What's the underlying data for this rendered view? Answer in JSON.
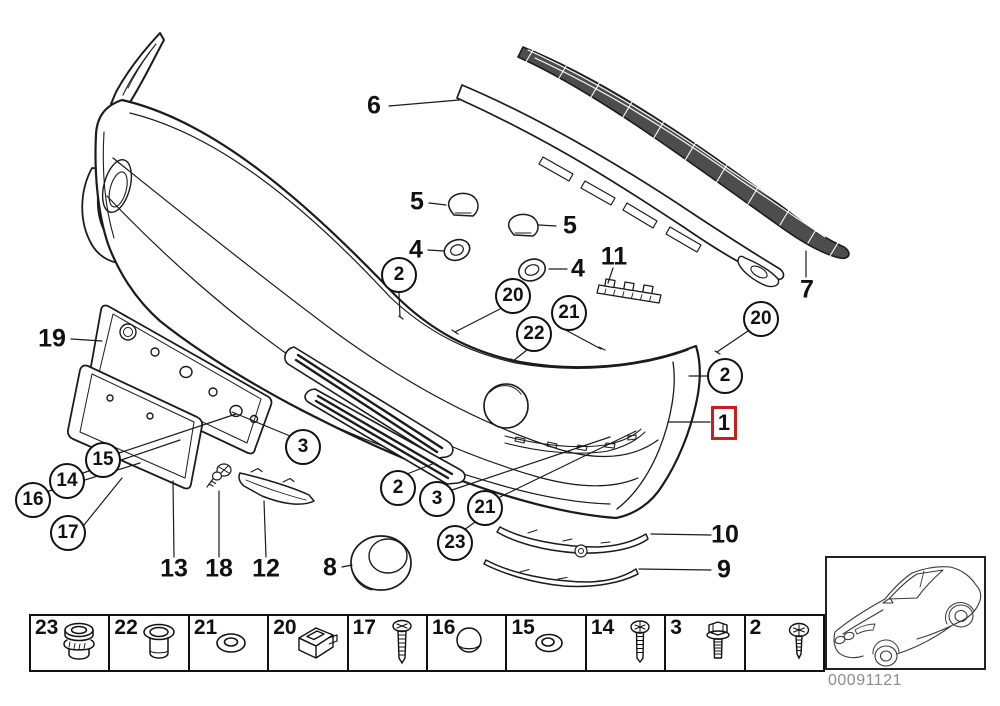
{
  "colors": {
    "line": "#1b1b1b",
    "highlight_red": "#cc1d1d",
    "code_gray": "#8c8c8c",
    "background": "#ffffff"
  },
  "callouts": {
    "boxed": [
      {
        "label": "1"
      }
    ],
    "circled": [
      {
        "label": "2"
      },
      {
        "label": "20"
      },
      {
        "label": "21"
      },
      {
        "label": "22"
      },
      {
        "label": "20"
      },
      {
        "label": "2"
      },
      {
        "label": "3"
      },
      {
        "label": "15"
      },
      {
        "label": "14"
      },
      {
        "label": "16"
      },
      {
        "label": "17"
      },
      {
        "label": "2"
      },
      {
        "label": "3"
      },
      {
        "label": "21"
      },
      {
        "label": "23"
      }
    ],
    "plain": [
      {
        "label": "6"
      },
      {
        "label": "5"
      },
      {
        "label": "5"
      },
      {
        "label": "4"
      },
      {
        "label": "4"
      },
      {
        "label": "11"
      },
      {
        "label": "7"
      },
      {
        "label": "19"
      },
      {
        "label": "13"
      },
      {
        "label": "18"
      },
      {
        "label": "12"
      },
      {
        "label": "8"
      },
      {
        "label": "10"
      },
      {
        "label": "9"
      }
    ]
  },
  "fastener_table": {
    "cells": [
      {
        "label": "23",
        "icon": "expanding-rivet"
      },
      {
        "label": "22",
        "icon": "bushing"
      },
      {
        "label": "21",
        "icon": "washer"
      },
      {
        "label": "20",
        "icon": "cage-nut"
      },
      {
        "label": "17",
        "icon": "tapping-screw"
      },
      {
        "label": "16",
        "icon": "cover-cap"
      },
      {
        "label": "15",
        "icon": "washer"
      },
      {
        "label": "14",
        "icon": "phillips-screw"
      },
      {
        "label": "3",
        "icon": "hex-bolt"
      },
      {
        "label": "2",
        "icon": "phillips-screw"
      }
    ]
  },
  "footer": {
    "image_code": "00091121"
  }
}
